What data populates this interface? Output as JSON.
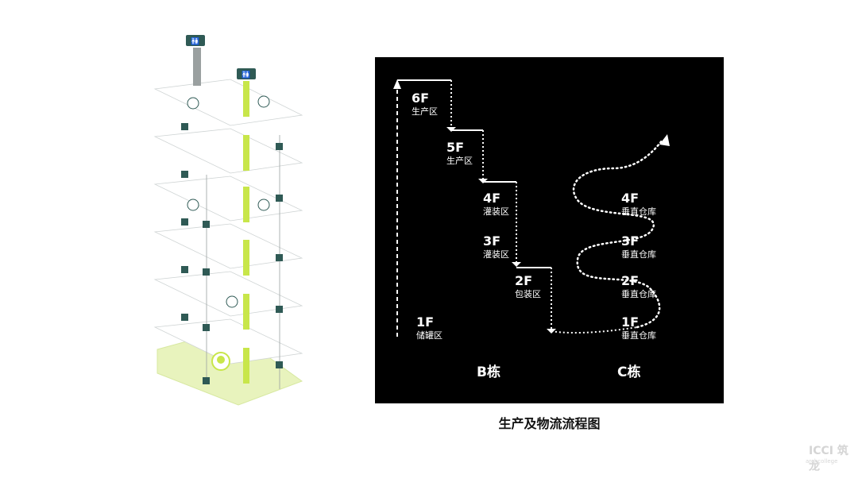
{
  "diagram": {
    "b_building": {
      "label": "B栋",
      "floors": [
        {
          "floor": "6F",
          "zone": "生产区"
        },
        {
          "floor": "5F",
          "zone": "生产区"
        },
        {
          "floor": "4F",
          "zone": "灌装区"
        },
        {
          "floor": "3F",
          "zone": "灌装区"
        },
        {
          "floor": "2F",
          "zone": "包装区"
        },
        {
          "floor": "1F",
          "zone": "储罐区"
        }
      ]
    },
    "c_building": {
      "label": "C栋",
      "floors": [
        {
          "floor": "4F",
          "zone": "垂直仓库"
        },
        {
          "floor": "3F",
          "zone": "垂直仓库"
        },
        {
          "floor": "2F",
          "zone": "垂直仓库"
        },
        {
          "floor": "1F",
          "zone": "垂直仓库"
        }
      ]
    },
    "caption": "生产及物流流程图"
  },
  "watermark": {
    "text": "ICCI 筑龙",
    "url": "archcollege"
  },
  "colors": {
    "panel": "#000000",
    "accent": "#c8e64a",
    "teal": "#2f5a55",
    "ground": "#e6f2b8"
  },
  "icons": [
    "restroom-icon",
    "elevator-icon",
    "stair-icon",
    "pin-icon"
  ]
}
